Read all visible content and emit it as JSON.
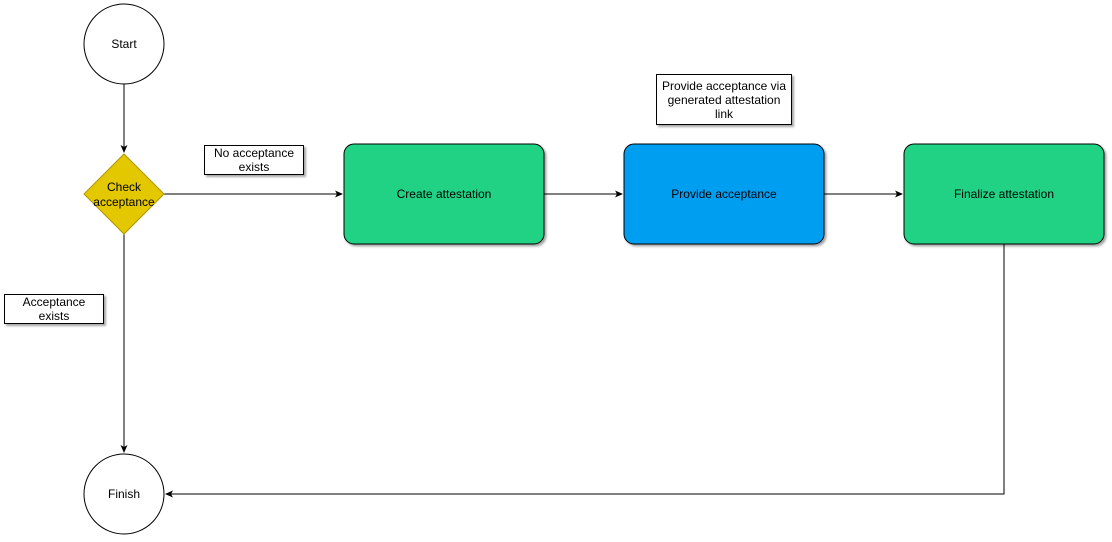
{
  "diagram": {
    "nodes": {
      "start": {
        "label": "Start",
        "shape": "circle"
      },
      "check": {
        "label_lines": [
          "Check",
          "acceptance"
        ],
        "shape": "diamond",
        "color": "#e3c800"
      },
      "create": {
        "label": "Create attestation",
        "shape": "rounded-rect",
        "color": "#21d284"
      },
      "provide": {
        "label": "Provide acceptance",
        "shape": "rounded-rect",
        "color": "#049ef0"
      },
      "finalize": {
        "label": "Finalize attestation",
        "shape": "rounded-rect",
        "color": "#21d284"
      },
      "finish": {
        "label": "Finish",
        "shape": "circle"
      }
    },
    "notes": {
      "no_acceptance": {
        "lines": [
          "No acceptance",
          "exists"
        ]
      },
      "acceptance_exists": {
        "lines": [
          "Acceptance exists"
        ]
      },
      "provide_via_link": {
        "lines": [
          "Provide acceptance via",
          "generated attestation",
          "link"
        ]
      }
    },
    "edges": [
      {
        "from": "start",
        "to": "check"
      },
      {
        "from": "check",
        "to": "create",
        "label": "No acceptance exists"
      },
      {
        "from": "check",
        "to": "finish",
        "label": "Acceptance exists"
      },
      {
        "from": "create",
        "to": "provide"
      },
      {
        "from": "provide",
        "to": "finalize"
      },
      {
        "from": "finalize",
        "to": "finish"
      }
    ]
  }
}
